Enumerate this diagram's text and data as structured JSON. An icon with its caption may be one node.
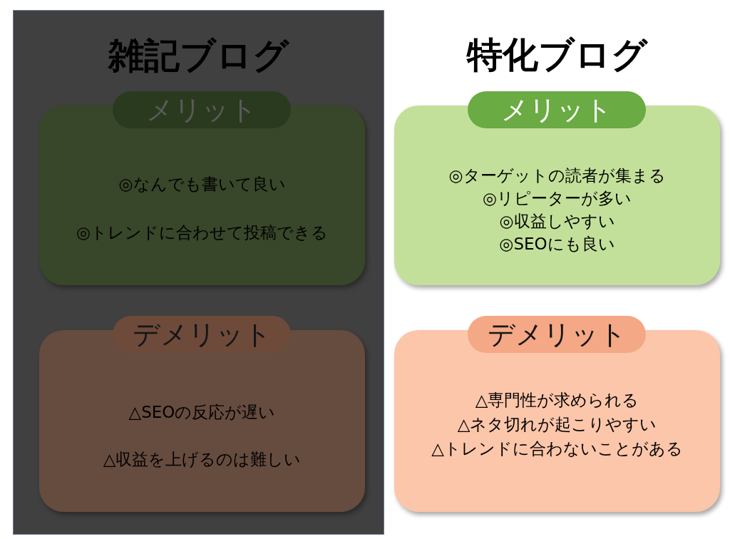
{
  "diagram": {
    "nodes": [
      {
        "text": [
          "雑記ブログ"
        ]
      },
      {
        "text": [
          "◎なんでも書いて良い",
          "◎トレンドに合わせて投稿できる"
        ],
        "in": 0
      },
      {
        "text": [
          "メリット"
        ],
        "in": 0
      },
      {
        "text": [
          "△SEOの反応が遅い",
          "△収益を上げるのは難しい"
        ],
        "in": 0
      },
      {
        "text": [
          "デメリット"
        ],
        "in": 0
      },
      {
        "text": [
          "◎ターゲットの読者が集まる",
          "◎リピーターが多い",
          "◎収益しやすい",
          "◎SEOにも良い"
        ]
      },
      {
        "text": [
          "メリット"
        ]
      },
      {
        "text": [
          "△専門性が求められる",
          "△ネタ切れが起こりやすい",
          "△トレンドに合わないことがある"
        ]
      },
      {
        "text": [
          "デメリット"
        ]
      }
    ],
    "labels": [
      "特化ブログ"
    ]
  }
}
